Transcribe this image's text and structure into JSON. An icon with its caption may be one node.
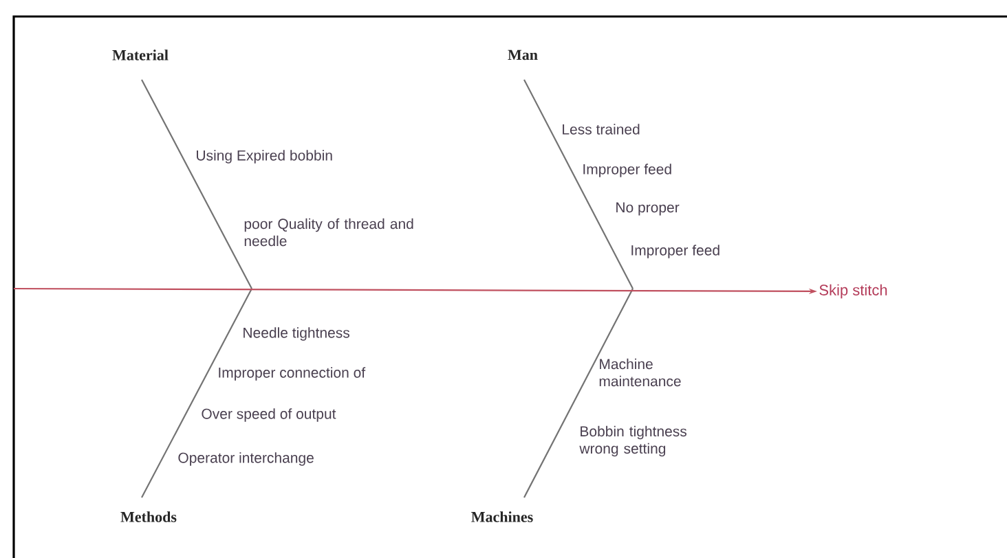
{
  "diagram": {
    "nodes": [
      {
        "text": [
          "Material"
        ]
      },
      {
        "text": [
          "Man"
        ]
      },
      {
        "text": [
          "Methods"
        ]
      },
      {
        "text": [
          "Machines"
        ]
      },
      {
        "text": [
          "Skip stitch"
        ]
      }
    ],
    "edges": [
      {
        "from": 0,
        "to": null,
        "arrow": "none"
      },
      {
        "from": 1,
        "to": null,
        "arrow": "none"
      },
      {
        "from": 2,
        "to": null,
        "arrow": "none"
      },
      {
        "from": 3,
        "to": null,
        "arrow": "none"
      },
      {
        "from": null,
        "to": 4,
        "arrow": "to",
        "color": "#c0505f"
      }
    ],
    "labels": [
      "Using Expired bobbin",
      "poor Quality of thread and needle",
      "Less trained",
      "Improper feed",
      "No proper",
      "Improper feed",
      "Needle tightness",
      "Improper connection of",
      "Over speed of output",
      "Operator interchange",
      "Machine maintenance",
      "Bobbin tightness wrong setting"
    ]
  }
}
